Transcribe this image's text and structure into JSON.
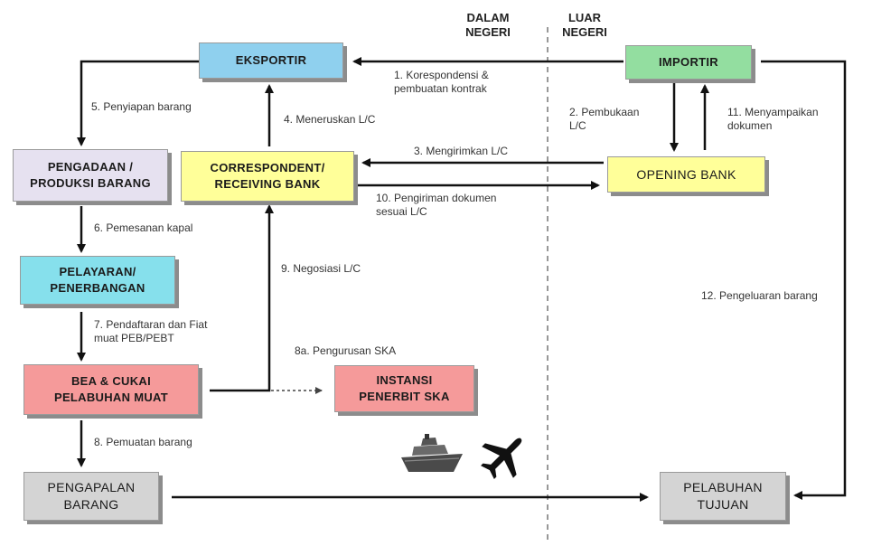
{
  "headers": {
    "dalam": "DALAM\nNEGERI",
    "luar": "LUAR\nNEGERI"
  },
  "boxes": {
    "eksportir": "EKSPORTIR",
    "importir": "IMPORTIR",
    "pengadaan": "PENGADAAN /\nPRODUKSI BARANG",
    "correspondent": "CORRESPONDENT/\nRECEIVING BANK",
    "opening_bank": "OPENING BANK",
    "pelayaran": "PELAYARAN/\nPENERBANGAN",
    "bea_cukai": "BEA & CUKAI\nPELABUHAN MUAT",
    "instansi": "INSTANSI\nPENERBIT SKA",
    "pengapalan": "PENGAPALAN\nBARANG",
    "pelabuhan_tujuan": "PELABUHAN\nTUJUAN"
  },
  "steps": {
    "s1": "1. Korespondensi &\npembuatan kontrak",
    "s2": "2. Pembukaan\nL/C",
    "s3": "3. Mengirimkan L/C",
    "s4": "4. Meneruskan L/C",
    "s5": "5. Penyiapan barang",
    "s6": "6. Pemesanan kapal",
    "s7": "7. Pendaftaran dan Fiat\nmuat PEB/PEBT",
    "s8": "8. Pemuatan barang",
    "s8a": "8a. Pengurusan SKA",
    "s9": "9. Negosiasi L/C",
    "s10": "10. Pengiriman dokumen\nsesuai L/C",
    "s11": "11. Menyampaikan\ndokumen",
    "s12": "12. Pengeluaran barang"
  },
  "icons": [
    "ship-icon",
    "airplane-icon"
  ],
  "colors": {
    "eksportir": "#8fd0ee",
    "pengadaan": "#e6e1f0",
    "correspondent": "#ffff99",
    "opening_bank": "#ffff99",
    "pelayaran": "#86e0ec",
    "bea_cukai": "#f59a9a",
    "instansi": "#f59a9a",
    "importir": "#93dea0",
    "pengapalan": "#d4d4d4",
    "pelabuhan_tujuan": "#d4d4d4"
  }
}
